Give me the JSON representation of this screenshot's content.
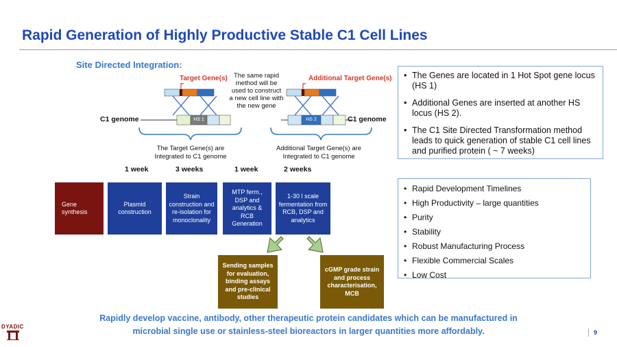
{
  "title": "Rapid Generation of Highly Productive Stable C1 Cell Lines",
  "subtitle": "Site Directed Integration:",
  "diagram": {
    "left": {
      "target_label": "Target Gene(s)",
      "genome_label": "C1 genome",
      "hs_label": "HS 1",
      "caption": "The Target Gene(s) are Integrated to C1 genome"
    },
    "middle_note": "The same rapid method will be used to construct a new cell line with the new gene",
    "right": {
      "target_label": "Additional Target Gene(s)",
      "genome_label": "C1 genome",
      "hs_label": "HS 2",
      "caption": "Additional Target Gene(s) are Integrated to C1 genome"
    }
  },
  "weeks": [
    "1 week",
    "3  weeks",
    "1 week",
    "2 weeks"
  ],
  "steps": [
    "Gene synthesis",
    "Plasmid construction",
    "Strain construction and re-isolation for monoclonality",
    "MTP ferm., DSP and analytics  & RCB Generation",
    "1-30 l scale fermentation from RCB, DSP and analytics"
  ],
  "outcomes": [
    "Sending samples for evaluation, binding assays and pre-clinical studies",
    "cGMP grade strain and process characterisation, MCB"
  ],
  "info_box_1": [
    "The Genes are located in 1 Hot Spot gene locus (HS 1)",
    "Additional Genes are inserted at another HS locus (HS 2).",
    "The C1 Site Directed Transformation method leads to quick generation of stable C1 cell lines and purified protein ( ~ 7 weeks)"
  ],
  "info_box_2": [
    "Rapid Development Timelines",
    "High Productivity – large quantities",
    "Purity",
    "Stability",
    "Robust Manufacturing Process",
    "Flexible Commercial Scales",
    "Low Cost"
  ],
  "bottom_text": [
    "Rapidly develop vaccine, antibody, other therapeutic protein candidates which can be manufactured in",
    "microbial single use or stainless-steel bioreactors in larger quantities more affordably."
  ],
  "page_number": "9",
  "logo_text": "DYADIC",
  "colors": {
    "title": "#1f48b8",
    "accent": "#3a78c8",
    "step_blue": "#1f3f9a",
    "step_brown": "#7a1410",
    "outcome_olive": "#7a5a08",
    "target_red": "#d23a2a"
  }
}
